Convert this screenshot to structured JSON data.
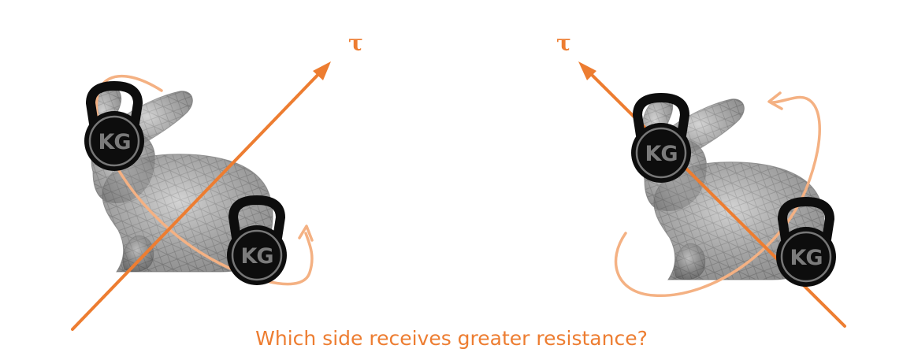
{
  "torque_symbol": "τ",
  "weight_label": "KG",
  "caption": "Which side receives greater resistance?",
  "colors": {
    "axis": "#ED7D31",
    "rotation": "#F4B183",
    "caption": "#ED7D31",
    "bunny_fill": "#b9b9b9",
    "bunny_mesh": "#8e8e8e",
    "kettlebell": "#0d0d0d",
    "kg_text": "#7b7b7b"
  },
  "panels": [
    {
      "name": "left",
      "axis_direction": "up-right",
      "weights": 2
    },
    {
      "name": "right",
      "axis_direction": "up-left",
      "weights": 2
    }
  ]
}
